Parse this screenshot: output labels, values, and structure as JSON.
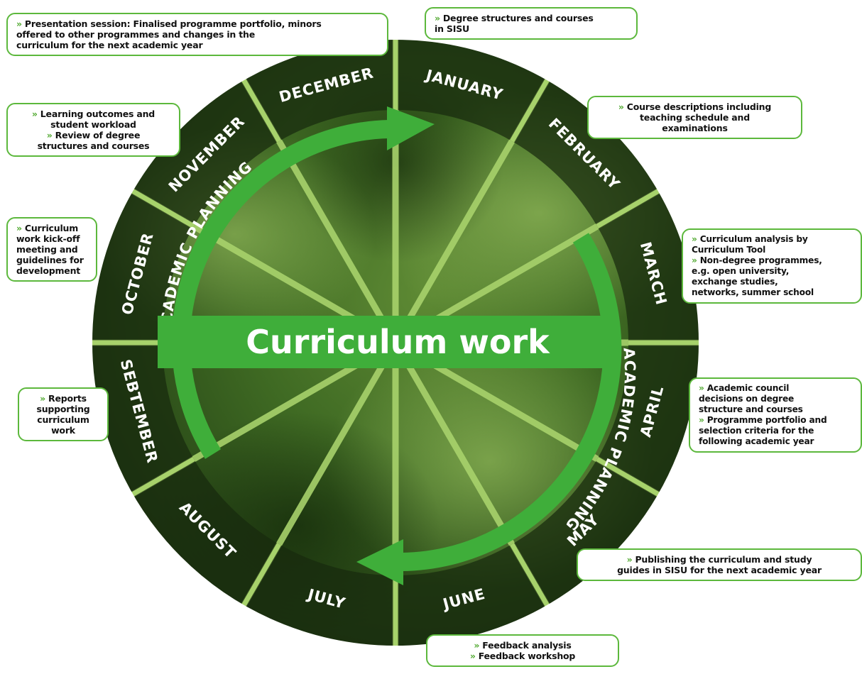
{
  "title": "Curriculum work",
  "arc_labels": [
    "ACADEMIC PLANNING",
    "ACADEMIC PLANNING"
  ],
  "months": [
    {
      "name": "JANUARY",
      "angle": 15
    },
    {
      "name": "FEBRUARY",
      "angle": 45
    },
    {
      "name": "MARCH",
      "angle": 75
    },
    {
      "name": "APRIL",
      "angle": 105
    },
    {
      "name": "MAY",
      "angle": 135
    },
    {
      "name": "JUNE",
      "angle": 165
    },
    {
      "name": "JULY",
      "angle": 195
    },
    {
      "name": "AUGUST",
      "angle": 225
    },
    {
      "name": "SEBTEMBER",
      "angle": 255
    },
    {
      "name": "OCTOBER",
      "angle": 285
    },
    {
      "name": "NOVEMBER",
      "angle": 315
    },
    {
      "name": "DECEMBER",
      "angle": 345
    }
  ],
  "callouts": {
    "december": [
      {
        "bullet": true,
        "text": "Presentation session: Finalised programme portfolio, minors"
      },
      {
        "bullet": false,
        "text": "offered to other programmes and changes in the"
      },
      {
        "bullet": false,
        "text": "curriculum for the next academic year"
      }
    ],
    "january": [
      {
        "bullet": true,
        "text": "Degree structures and courses"
      },
      {
        "bullet": false,
        "text": "in SISU"
      }
    ],
    "february": [
      {
        "bullet": true,
        "text": "Course descriptions including"
      },
      {
        "bullet": false,
        "text": "teaching schedule and"
      },
      {
        "bullet": false,
        "text": "examinations"
      }
    ],
    "november": [
      {
        "bullet": true,
        "text": "Learning outcomes and"
      },
      {
        "bullet": false,
        "text": "student workload"
      },
      {
        "bullet": true,
        "text": "Review of degree"
      },
      {
        "bullet": false,
        "text": "structures and courses"
      }
    ],
    "march": [
      {
        "bullet": true,
        "text": "Curriculum  analysis by"
      },
      {
        "bullet": false,
        "text": "Curriculum Tool"
      },
      {
        "bullet": true,
        "text": "Non-degree programmes,"
      },
      {
        "bullet": false,
        "text": "e.g. open university,"
      },
      {
        "bullet": false,
        "text": "exchange studies,"
      },
      {
        "bullet": false,
        "text": "networks, summer school"
      }
    ],
    "october": [
      {
        "bullet": true,
        "text": "Curriculum"
      },
      {
        "bullet": false,
        "text": "work kick-off"
      },
      {
        "bullet": false,
        "text": "meeting and"
      },
      {
        "bullet": false,
        "text": "guidelines for"
      },
      {
        "bullet": false,
        "text": "development"
      }
    ],
    "april": [
      {
        "bullet": true,
        "text": "Academic council"
      },
      {
        "bullet": false,
        "text": "decisions on degree"
      },
      {
        "bullet": false,
        "text": "structure and courses"
      },
      {
        "bullet": true,
        "text": "Programme portfolio and"
      },
      {
        "bullet": false,
        "text": "selection criteria for the"
      },
      {
        "bullet": false,
        "text": "following academic year"
      }
    ],
    "september": [
      {
        "bullet": true,
        "text": "Reports"
      },
      {
        "bullet": false,
        "text": "supporting"
      },
      {
        "bullet": false,
        "text": "curriculum"
      },
      {
        "bullet": false,
        "text": "work"
      }
    ],
    "may": [
      {
        "bullet": true,
        "text": "Publishing the curriculum and  study"
      },
      {
        "bullet": false,
        "text": "guides in SISU for the next academic year"
      }
    ],
    "june": [
      {
        "bullet": true,
        "text": "Feedback analysis"
      },
      {
        "bullet": true,
        "text": "Feedback workshop"
      }
    ]
  },
  "bullet_glyph": "»",
  "colors": {
    "accent_green": "#3fae3a",
    "border_green": "#5cb83c",
    "ring_dark": "#1f3515",
    "leaf_dark": "#2c4a1b",
    "leaf_light": "#7aa850"
  }
}
